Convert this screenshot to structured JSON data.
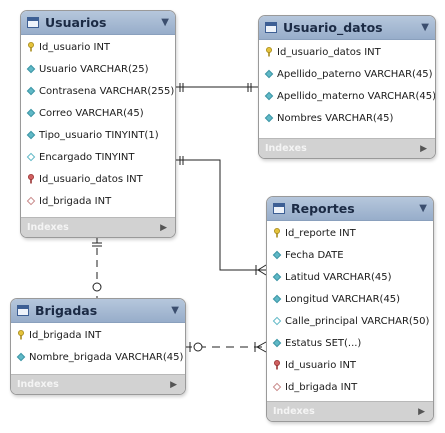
{
  "tables": {
    "usuarios": {
      "title": "Usuarios",
      "columns": [
        {
          "name": "Id_usuario INT",
          "icon": "primary-key-icon"
        },
        {
          "name": "Usuario VARCHAR(25)",
          "icon": "column-filled-diamond-icon"
        },
        {
          "name": "Contrasena VARCHAR(255)",
          "icon": "column-filled-diamond-icon"
        },
        {
          "name": "Correo VARCHAR(45)",
          "icon": "column-filled-diamond-icon"
        },
        {
          "name": "Tipo_usuario TINYINT(1)",
          "icon": "column-filled-diamond-icon"
        },
        {
          "name": "Encargado TINYINT",
          "icon": "column-hollow-diamond-icon"
        },
        {
          "name": "Id_usuario_datos INT",
          "icon": "foreign-key-icon"
        },
        {
          "name": "Id_brigada INT",
          "icon": "foreign-key-hollow-icon"
        }
      ],
      "indexes": "Indexes"
    },
    "usuario_datos": {
      "title": "Usuario_datos",
      "columns": [
        {
          "name": "Id_usuario_datos INT",
          "icon": "primary-key-icon"
        },
        {
          "name": "Apellido_paterno VARCHAR(45)",
          "icon": "column-filled-diamond-icon"
        },
        {
          "name": "Apellido_materno VARCHAR(45)",
          "icon": "column-filled-diamond-icon"
        },
        {
          "name": "Nombres VARCHAR(45)",
          "icon": "column-filled-diamond-icon"
        }
      ],
      "indexes": "Indexes"
    },
    "reportes": {
      "title": "Reportes",
      "columns": [
        {
          "name": "Id_reporte INT",
          "icon": "primary-key-icon"
        },
        {
          "name": "Fecha DATE",
          "icon": "column-filled-diamond-icon"
        },
        {
          "name": "Latitud VARCHAR(45)",
          "icon": "column-filled-diamond-icon"
        },
        {
          "name": "Longitud VARCHAR(45)",
          "icon": "column-filled-diamond-icon"
        },
        {
          "name": "Calle_principal VARCHAR(50)",
          "icon": "column-hollow-diamond-icon"
        },
        {
          "name": "Estatus SET(...)",
          "icon": "column-filled-diamond-icon"
        },
        {
          "name": "Id_usuario INT",
          "icon": "foreign-key-icon"
        },
        {
          "name": "Id_brigada INT",
          "icon": "foreign-key-hollow-icon"
        }
      ],
      "indexes": "Indexes"
    },
    "brigadas": {
      "title": "Brigadas",
      "columns": [
        {
          "name": "Id_brigada INT",
          "icon": "primary-key-icon"
        },
        {
          "name": "Nombre_brigada VARCHAR(45)",
          "icon": "column-filled-diamond-icon"
        }
      ],
      "indexes": "Indexes"
    }
  },
  "relationships": [
    {
      "from": "usuarios",
      "to": "usuario_datos",
      "kind": "one-to-one",
      "style": "solid"
    },
    {
      "from": "usuarios",
      "to": "reportes",
      "kind": "one-to-many",
      "style": "solid"
    },
    {
      "from": "usuarios",
      "to": "brigadas",
      "kind": "one-to-optional",
      "style": "dashed"
    },
    {
      "from": "brigadas",
      "to": "reportes",
      "kind": "optional-to-many",
      "style": "dashed"
    }
  ],
  "colors": {
    "header": "#a6bad4",
    "title_text": "#1b2a44",
    "pk_key": "#e4c23a",
    "column_diamond": "#5fb8c6",
    "fk_key": "#c45050",
    "index_bar": "#d2d2d2",
    "relationship_line": "#222222"
  }
}
